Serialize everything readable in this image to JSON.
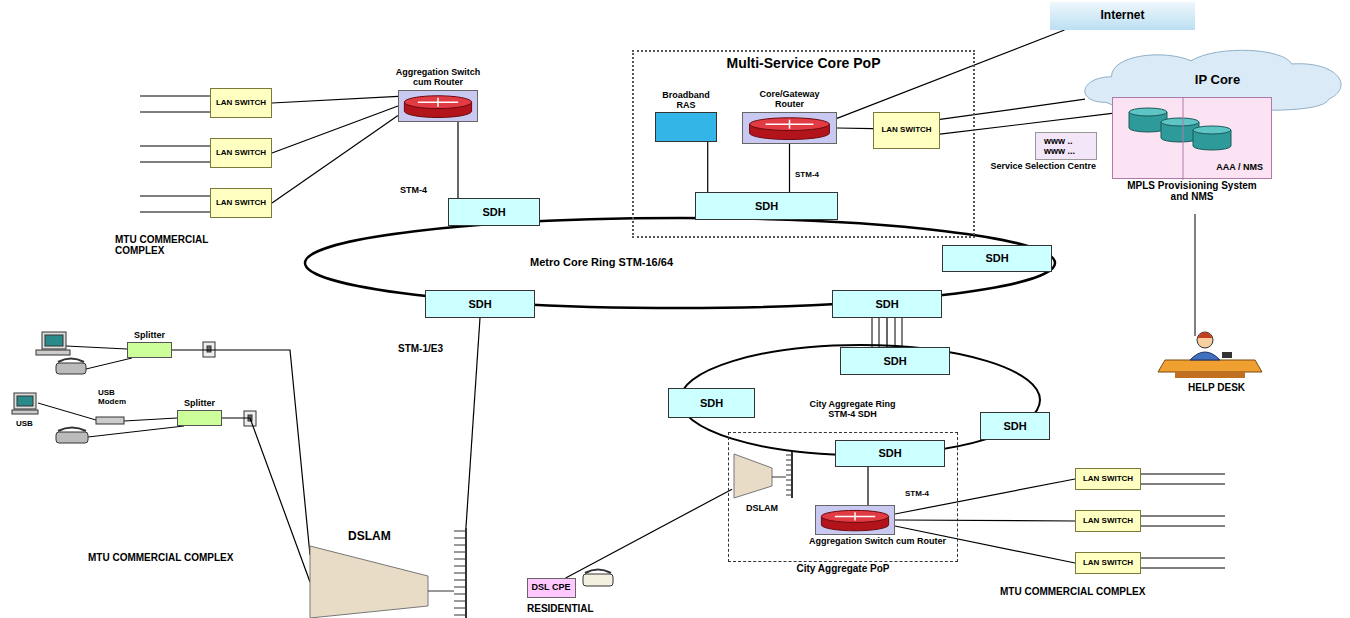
{
  "diagram": {
    "nodes": [
      {
        "text": [
          "LAN SWITCH"
        ]
      },
      {
        "text": [
          "LAN SWITCH"
        ]
      },
      {
        "text": [
          "LAN SWITCH"
        ]
      },
      {
        "text": [
          "Aggregation Switch cum Router"
        ]
      },
      {
        "text": [
          "SDH"
        ]
      },
      {
        "text": [
          "Multi-Service Core PoP"
        ]
      },
      {
        "text": [
          "Broadband RAS"
        ],
        "in": 5
      },
      {
        "text": [
          "Core/Gateway Router"
        ],
        "in": 5
      },
      {
        "text": [
          "SDH"
        ],
        "in": 5
      },
      {
        "text": [
          "LAN SWITCH"
        ],
        "in": 5
      },
      {
        "text": [
          "Internet"
        ]
      },
      {
        "text": [
          "IP Core"
        ]
      },
      {
        "text": [
          "www .. www ...",
          "Service Selection Centre"
        ]
      },
      {
        "text": [
          "AAA / NMS",
          "MPLS Provisioning System and NMS"
        ]
      },
      {
        "text": [
          "SDH"
        ]
      },
      {
        "text": [
          "SDH"
        ]
      },
      {
        "text": [
          "SDH"
        ]
      },
      {
        "text": [
          "SDH"
        ]
      },
      {
        "text": [
          "SDH"
        ]
      },
      {
        "text": [
          "City Aggregate PoP"
        ]
      },
      {
        "text": [
          "DSLAM"
        ],
        "in": 19
      },
      {
        "text": [
          "SDH"
        ],
        "in": 19
      },
      {
        "text": [
          "Aggregation Switch cum Router"
        ],
        "in": 19
      },
      {
        "text": [
          "SDH"
        ]
      },
      {
        "text": [
          "LAN SWITCH"
        ]
      },
      {
        "text": [
          "LAN SWITCH"
        ]
      },
      {
        "text": [
          "LAN SWITCH"
        ]
      },
      {
        "text": [
          "DSL CPE"
        ]
      },
      {
        "text": [
          "Splitter"
        ]
      },
      {
        "text": [
          "Splitter"
        ]
      },
      {
        "text": [
          "DSLAM"
        ]
      }
    ],
    "edges": [
      {
        "from": 0,
        "to": 3,
        "arrow": "none"
      },
      {
        "from": 1,
        "to": 3,
        "arrow": "none"
      },
      {
        "from": 2,
        "to": 3,
        "arrow": "none"
      },
      {
        "from": 3,
        "to": 4,
        "arrow": "none"
      },
      {
        "from": 6,
        "to": 8,
        "arrow": "none"
      },
      {
        "from": 7,
        "to": 8,
        "arrow": "none"
      },
      {
        "from": 7,
        "to": 9,
        "arrow": "none"
      },
      {
        "from": 7,
        "to": 10,
        "arrow": "none"
      },
      {
        "from": 9,
        "to": 11,
        "arrow": "none"
      },
      {
        "from": 9,
        "to": 13,
        "arrow": "none"
      },
      {
        "from": 16,
        "to": 17,
        "arrow": "none"
      },
      {
        "from": 15,
        "to": 30,
        "arrow": "none"
      },
      {
        "from": 20,
        "to": 27,
        "arrow": "none"
      },
      {
        "from": 21,
        "to": 22,
        "arrow": "none"
      },
      {
        "from": 22,
        "to": 24,
        "arrow": "none"
      },
      {
        "from": 22,
        "to": 25,
        "arrow": "none"
      },
      {
        "from": 22,
        "to": 26,
        "arrow": "none"
      },
      {
        "from": 28,
        "to": 30,
        "arrow": "none"
      },
      {
        "from": 29,
        "to": 30,
        "arrow": "none"
      }
    ],
    "labels": [
      "STM-4",
      "MTU COMMERCIAL COMPLEX",
      "STM-4",
      "Metro Core Ring STM-16/64",
      "HELP DESK",
      "STM-1/E3",
      "USB Modem",
      "USB",
      "City Aggregate Ring STM-4 SDH",
      "STM-4",
      "MTU COMMERCIAL COMPLEX",
      "MTU COMMERCIAL COMPLEX",
      "RESIDENTIAL"
    ]
  }
}
